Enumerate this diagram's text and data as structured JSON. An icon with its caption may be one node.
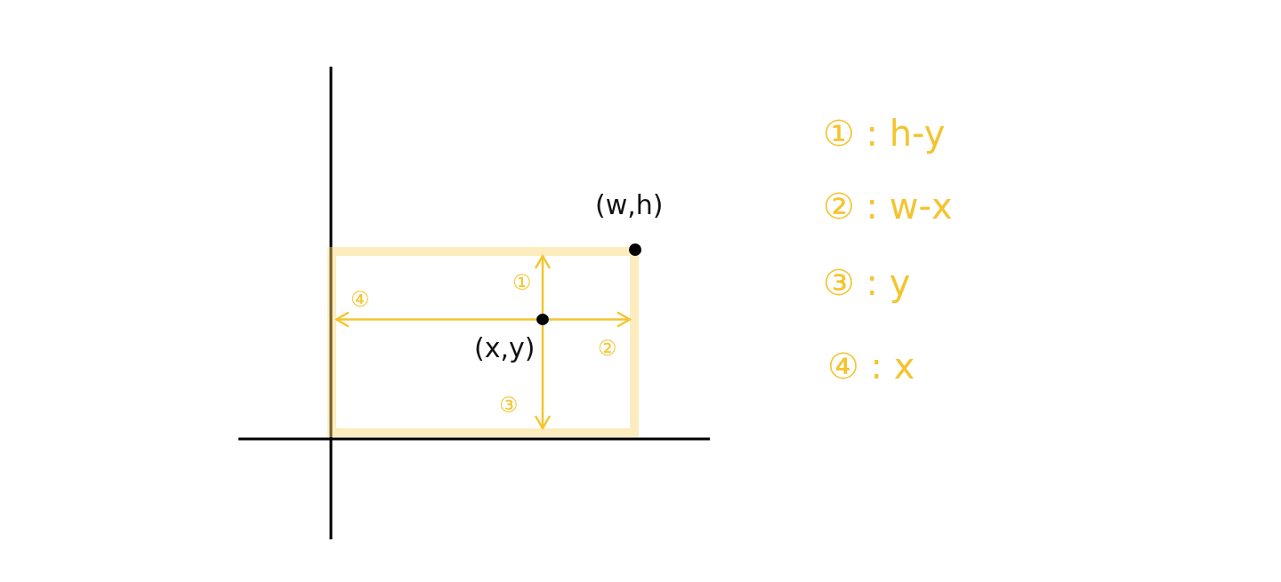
{
  "diagram": {
    "nodes": [
      {
        "text": [],
        "shape": "box"
      },
      {
        "text": [],
        "shape": "circle",
        "in": 0,
        "beside": [
          "(x,y)"
        ]
      },
      {
        "text": [],
        "shape": "circle",
        "beside": [
          "(w,h)"
        ]
      }
    ],
    "edges": [
      {
        "from": 1,
        "to": 0,
        "arrow": "to",
        "label": "①"
      },
      {
        "from": 1,
        "to": 0,
        "arrow": "to",
        "label": "②"
      },
      {
        "from": 1,
        "to": 0,
        "arrow": "to",
        "label": "③"
      },
      {
        "from": 1,
        "to": 0,
        "arrow": "to",
        "label": "④"
      }
    ],
    "labels": [
      "① : h-y",
      "② : w-x",
      "③ : y",
      "④ : x"
    ]
  }
}
